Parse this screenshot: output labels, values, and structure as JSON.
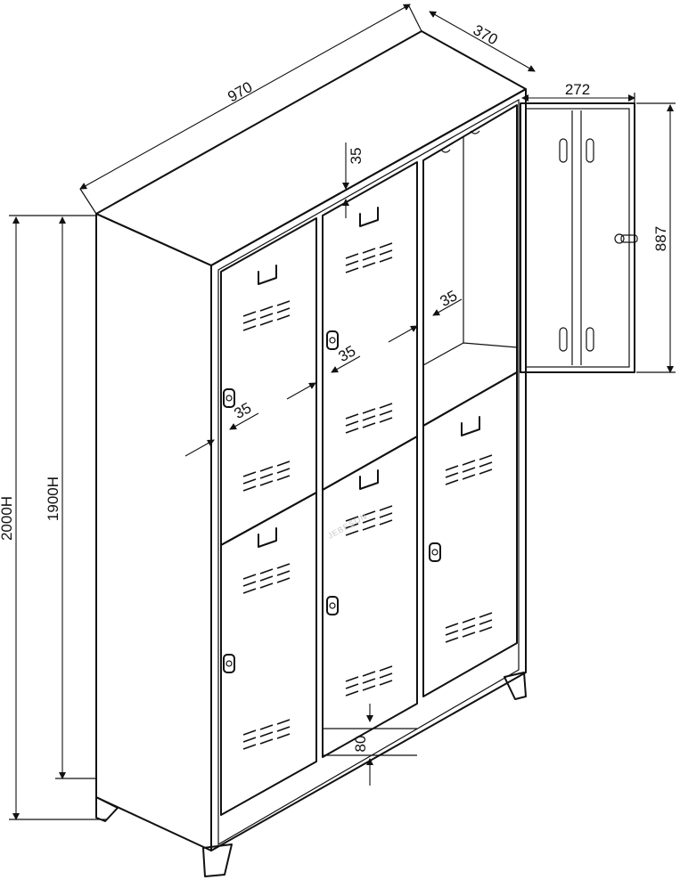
{
  "diagram": {
    "dimensions": {
      "width": "970",
      "depth": "370",
      "door_width": "272",
      "door_height": "887",
      "total_height": "2000H",
      "body_height": "1900H",
      "top_gap": "35",
      "gap_left": "35",
      "gap_middle": "35",
      "gap_right": "35",
      "leg_height": "80"
    },
    "watermark": "JEBESON",
    "colors": {
      "line": "#111111",
      "background": "#ffffff"
    }
  }
}
